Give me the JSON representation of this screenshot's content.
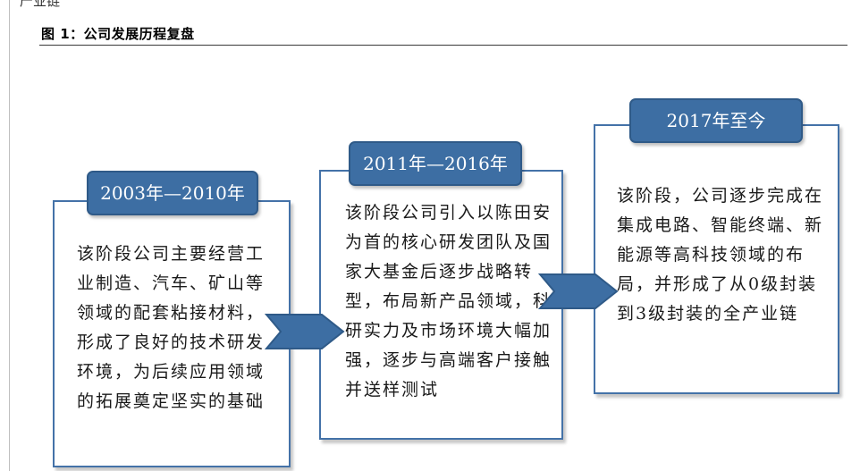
{
  "top_fragment": "产业链",
  "figure": {
    "title": "图 1：公司发展历程复盘"
  },
  "stages": [
    {
      "period": "2003年—2010年",
      "description": "该阶段公司主要经营工业制造、汽车、矿山等领域的配套粘接材料，形成了良好的技术研发环境，为后续应用领域的拓展奠定坚实的基础"
    },
    {
      "period": "2011年—2016年",
      "description": "该阶段公司引入以陈田安为首的核心研发团队及国家大基金后逐步战略转型，布局新产品领域，科研实力及市场环境大幅加强，逐步与高端客户接触并送样测试"
    },
    {
      "period": "2017年至今",
      "description": "该阶段，公司逐步完成在集成电路、智能终端、新能源等高科技领域的布局，并形成了从0级封装到3级封装的全产业链"
    }
  ],
  "colors": {
    "accent": "#3d6ea3",
    "border": "#4472a8"
  },
  "icons": {
    "connector": "arrow-right-icon"
  }
}
